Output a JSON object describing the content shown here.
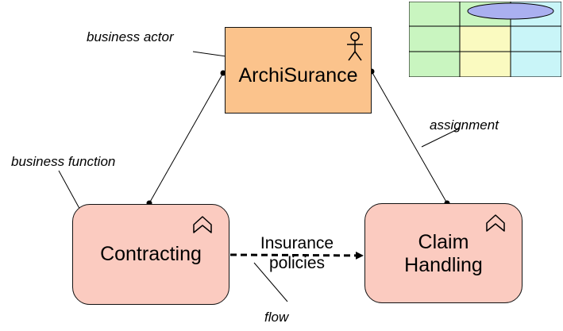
{
  "nodes": {
    "actor": {
      "label": "ArchiSurance",
      "fill": "#fbc38c"
    },
    "contracting": {
      "label": "Contracting",
      "fill": "#fbcbc0"
    },
    "claim": {
      "label_line1": "Claim",
      "label_line2": "Handling",
      "fill": "#fbcbc0"
    }
  },
  "flow": {
    "label_line1": "Insurance",
    "label_line2": "policies"
  },
  "annotations": {
    "business_actor": "business actor",
    "assignment": "assignment",
    "business_function": "business function",
    "flow": "flow"
  },
  "legend_thumbnail": {
    "cells": [
      [
        "#c9f5c0",
        "#c9f5c0",
        "#c9f5f8"
      ],
      [
        "#c9f5c0",
        "#fafac0",
        "#c9f5f8"
      ],
      [
        "#c9f5c0",
        "#fafac0",
        "#c9f5f8"
      ]
    ],
    "ellipse_color": "#aab0f0"
  }
}
